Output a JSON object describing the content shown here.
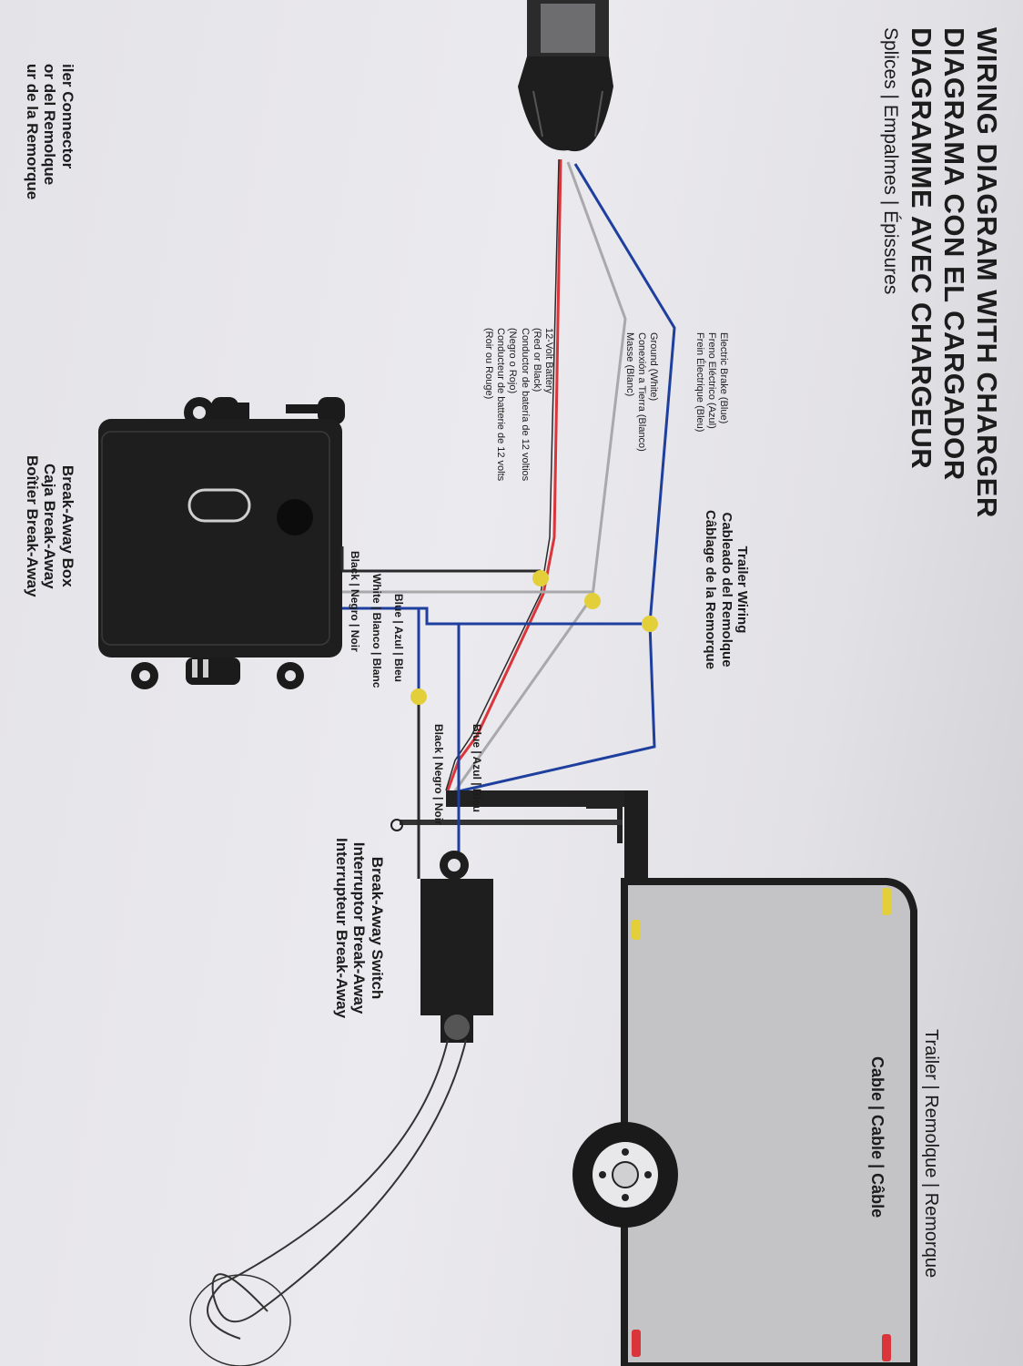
{
  "titles": [
    "WIRING DIAGRAM WITH CHARGER",
    "DIAGRAMA CON EL CARGADOR",
    "DIAGRAMME AVEC CHARGEUR"
  ],
  "subtitle": "Splices | Empalmes | Épissures",
  "trailer_connector": [
    "iler Connector",
    "or del Remolque",
    "ur de la Remorque"
  ],
  "electric_brake": [
    "Electric Brake (Blue)",
    "Freno Eléctrico (Azul)",
    "Frein Électrique (Bleu)"
  ],
  "ground": [
    "Ground (White)",
    "Conexión a Tierra (Blanco)",
    "Masse (Blanc)"
  ],
  "battery": [
    "12-Volt Battery",
    "(Red or Black)",
    "Conductor de batería de 12 voltios",
    "(Negro o Rojo)",
    "Conducteur de batterie de 12 volts",
    "(Roir ou Rouge)"
  ],
  "trailer_wiring": [
    "Trailer Wiring",
    "Cableado del Remolque",
    "Câblage de la Remorque"
  ],
  "box_wires": {
    "black": "Black | Negro | Noir",
    "white": "White | Blanco | Blanc",
    "blue": "Blue | Azul | Bleu"
  },
  "breakaway_box": [
    "Break-Away Box",
    "Caja Break-Away",
    "Boîtier Break-Away"
  ],
  "switch_wires": {
    "blue": "Blue | Azul | Bleu",
    "black": "Black | Negro | Noir"
  },
  "breakaway_switch": [
    "Break-Away Switch",
    "Interruptor Break-Away",
    "Interrupteur Break-Away"
  ],
  "trailer": "Trailer | Remolque | Remorque",
  "cable": "Cable | Cable | Câble",
  "colors": {
    "blue_wire": "#1f3f9e",
    "red_wire": "#d9353a",
    "white_wire": "#a9a9ab",
    "black_wire": "#2a2a2a",
    "splice": "#e3cf3a",
    "trailer_body": "#c4c4c6",
    "ink": "#1c1c1c"
  }
}
